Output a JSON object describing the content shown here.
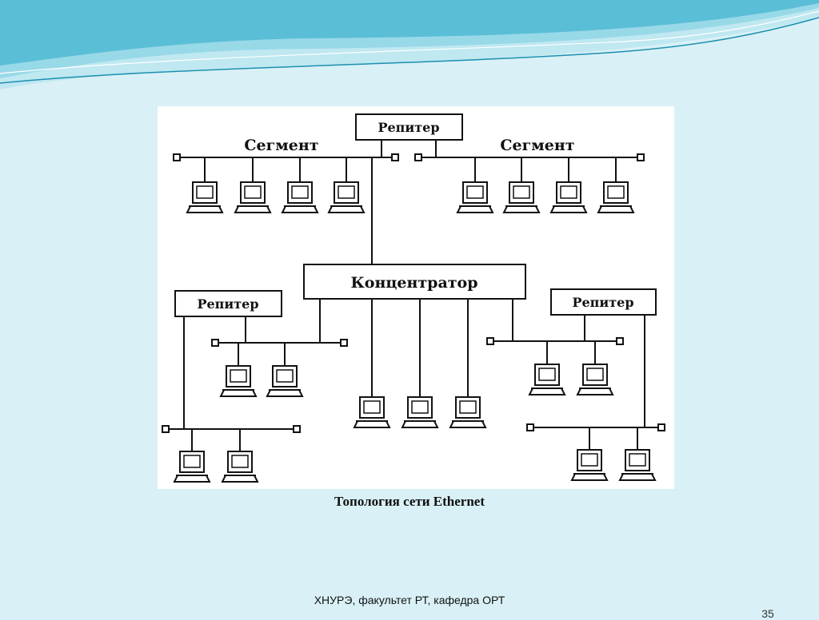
{
  "diagram": {
    "title": "Топология сети Ethernet",
    "hub_label": "Концентратор",
    "repeater_label": "Репитер",
    "segment_label": "Сегмент"
  },
  "footer": {
    "text": "ХНУРЭ, факультет РТ, кафедра ОРТ",
    "page_number": "35"
  },
  "colors": {
    "background": "#d9f1f6",
    "wave_dark": "#2aa7c9",
    "wave_light": "#bfe8f1",
    "line": "#111111"
  }
}
